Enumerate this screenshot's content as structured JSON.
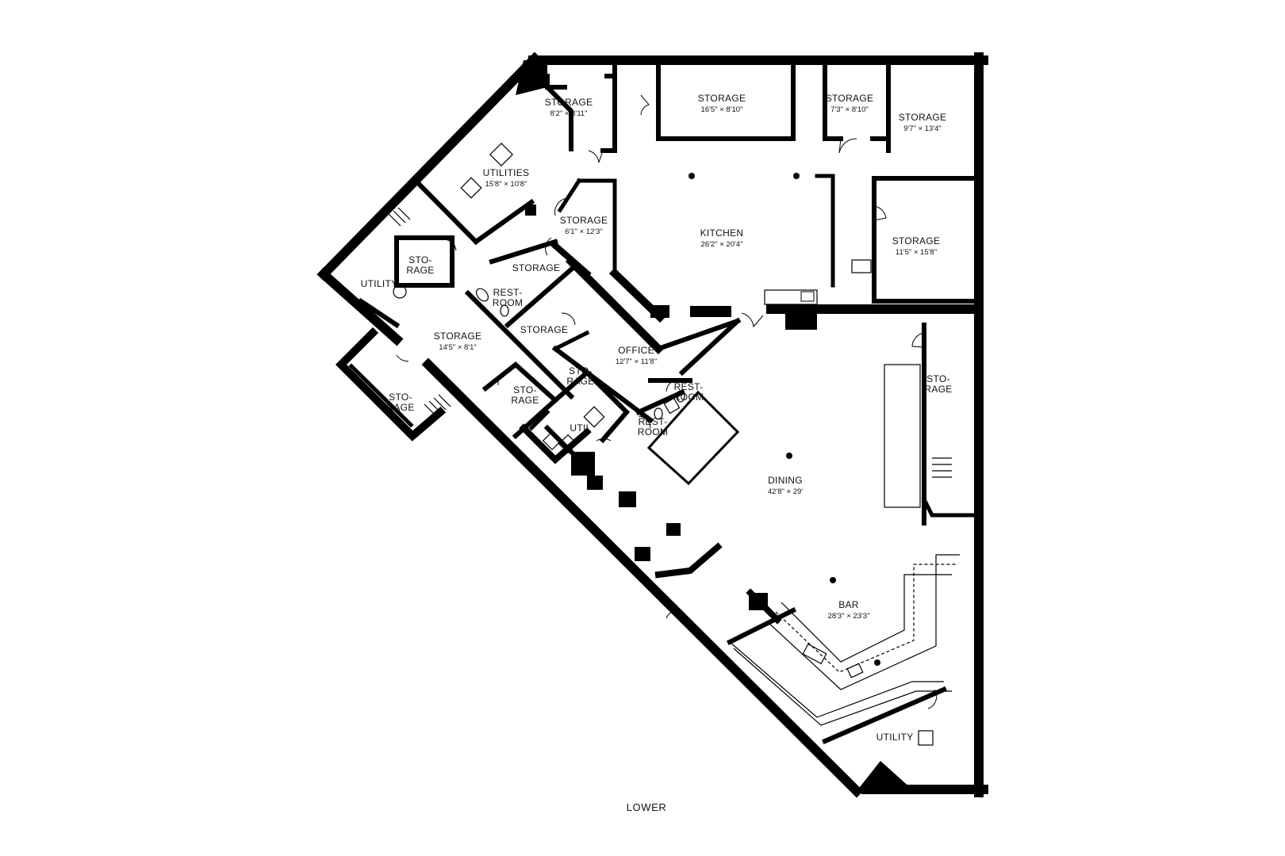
{
  "floor_label": "LOWER",
  "rooms": {
    "storage_a": {
      "name": "STORAGE",
      "dims": "8'2\" × 8'11\""
    },
    "storage_b": {
      "name": "STORAGE",
      "dims": "16'5\" × 8'10\""
    },
    "storage_c": {
      "name": "STORAGE",
      "dims": "7'3\" × 8'10\""
    },
    "storage_d": {
      "name": "STORAGE",
      "dims": "9'7\" × 13'4\""
    },
    "storage_e": {
      "name": "STORAGE",
      "dims": "11'5\" × 15'8\""
    },
    "utilities": {
      "name": "UTILITIES",
      "dims": "15'8\" × 10'8\""
    },
    "storage_f": {
      "name": "STORAGE",
      "dims": "6'1\" × 12'3\""
    },
    "kitchen": {
      "name": "KITCHEN",
      "dims": "26'2\" × 20'4\""
    },
    "storage_small_1": {
      "name_line1": "STO-",
      "name_line2": "RAGE"
    },
    "utility_left": {
      "name": "UTILITY"
    },
    "storage_g": {
      "name": "STORAGE"
    },
    "restroom_1": {
      "name_line1": "REST-",
      "name_line2": "ROOM"
    },
    "storage_h": {
      "name": "STORAGE"
    },
    "storage_i": {
      "name": "STORAGE",
      "dims": "14'5\" × 8'1\""
    },
    "office": {
      "name": "OFFICE",
      "dims": "12'7\" × 11'8\""
    },
    "storage_small_2": {
      "name_line1": "STO-",
      "name_line2": "RAGE"
    },
    "storage_small_3": {
      "name_line1": "STO-",
      "name_line2": "RAGE"
    },
    "storage_small_4": {
      "name_line1": "STO-",
      "name_line2": "RAGE"
    },
    "util": {
      "name": "UTIL"
    },
    "restroom_2": {
      "name_line1": "REST-",
      "name_line2": "ROOM"
    },
    "restroom_3": {
      "name_line1": "REST-",
      "name_line2": "ROOM"
    },
    "storage_small_5": {
      "name_line1": "STO-",
      "name_line2": "RAGE"
    },
    "dining": {
      "name": "DINING",
      "dims": "42'8\" × 29'"
    },
    "bar": {
      "name": "BAR",
      "dims": "28'3\" × 23'3\""
    },
    "utility_bottom": {
      "name": "UTILITY"
    }
  }
}
